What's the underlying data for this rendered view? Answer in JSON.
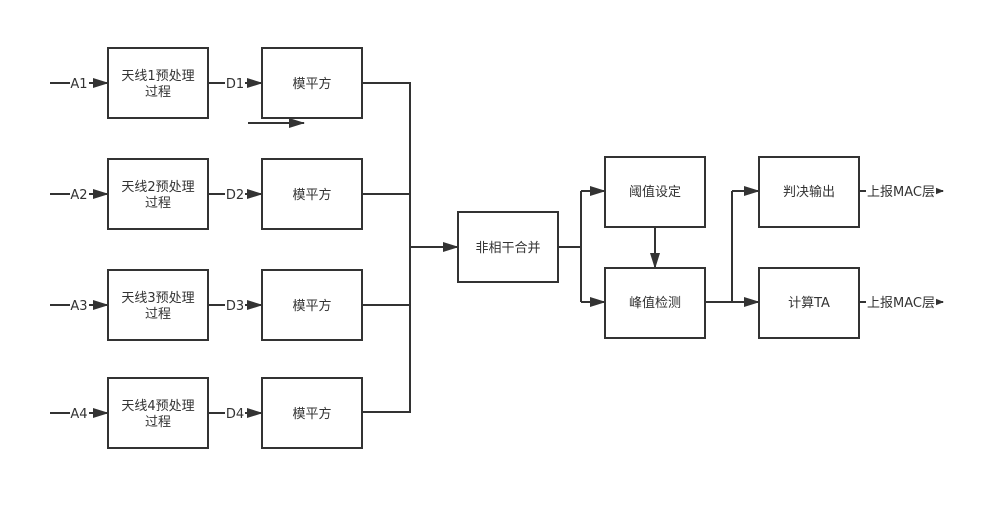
{
  "inputs": [
    "A1",
    "A2",
    "A3",
    "A4"
  ],
  "pre_boxes": [
    {
      "line1": "天线1预处理",
      "line2": "过程"
    },
    {
      "line1": "天线2预处理",
      "line2": "过程"
    },
    {
      "line1": "天线3预处理",
      "line2": "过程"
    },
    {
      "line1": "天线4预处理",
      "line2": "过程"
    }
  ],
  "mids": [
    "D1",
    "D2",
    "D3",
    "D4"
  ],
  "mod_boxes": [
    "模平方",
    "模平方",
    "模平方",
    "模平方"
  ],
  "combine": "非相干合并",
  "threshold": "阈值设定",
  "peak": "峰值检测",
  "decision": "判决输出",
  "calc_ta": "计算TA",
  "outputs": [
    "上报MAC层",
    "上报MAC层"
  ],
  "colors": {
    "stroke": "#333333"
  }
}
